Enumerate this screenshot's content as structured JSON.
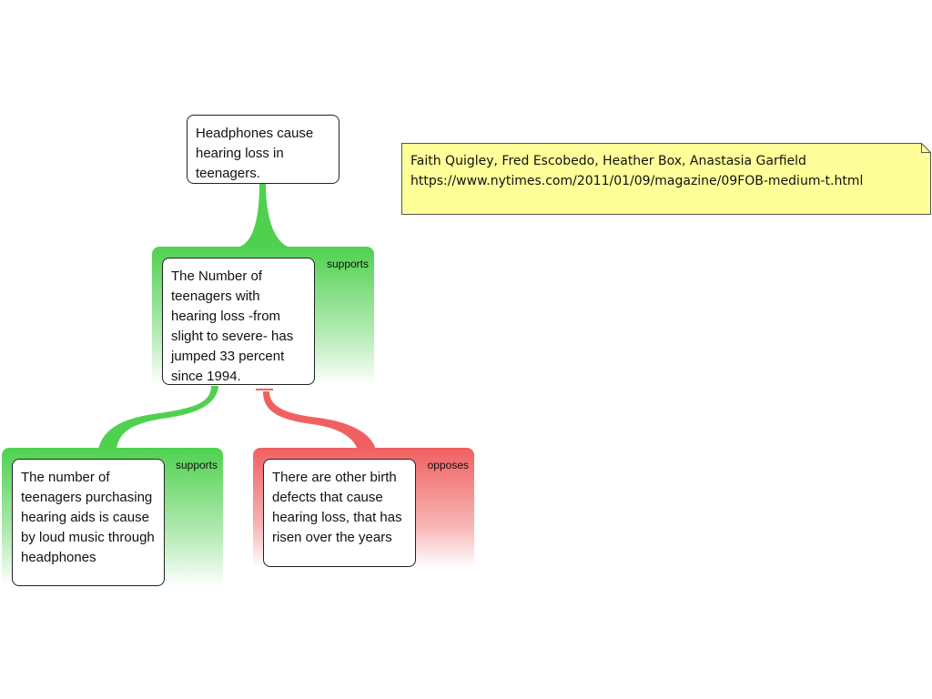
{
  "colors": {
    "supports": "#4fd14f",
    "opposes": "#f06060",
    "note_background": "#ffff99"
  },
  "claim": {
    "text": "Headphones cause hearing loss in teenagers."
  },
  "reason1": {
    "label": "supports",
    "text": "The Number of teenagers with hearing loss -from slight to severe- has jumped 33 percent since 1994."
  },
  "reason2": {
    "label": "supports",
    "text": "The number of teenagers purchasing hearing aids is cause by loud music through headphones"
  },
  "objection1": {
    "label": "opposes",
    "text": "There are other birth defects that cause hearing loss, that has risen over the years"
  },
  "note": {
    "line1": "Faith Quigley, Fred Escobedo, Heather Box, Anastasia Garfield",
    "line2": "https://www.nytimes.com/2011/01/09/magazine/09FOB-medium-t.html"
  }
}
